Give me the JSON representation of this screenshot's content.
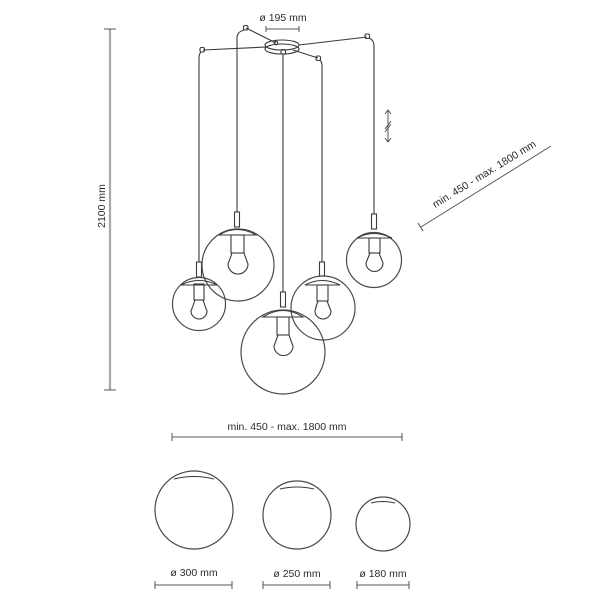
{
  "diagram": {
    "title": "Pendant lamp with 5 glass globes - dimension drawing",
    "dimensions": {
      "total_height": "2100 mm",
      "canopy_diameter": "ø 195 mm",
      "cable_length_diagonal": "min. 450 - max. 1800 mm",
      "spread_width": "min. 450 - max. 1800 mm"
    },
    "globes": [
      {
        "label": "ø 300 mm"
      },
      {
        "label": "ø 250 mm"
      },
      {
        "label": "ø 180 mm"
      }
    ],
    "colors": {
      "line": "#3a3a3a",
      "dimension_grey": "#a8a8a8",
      "background": "#ffffff"
    }
  }
}
